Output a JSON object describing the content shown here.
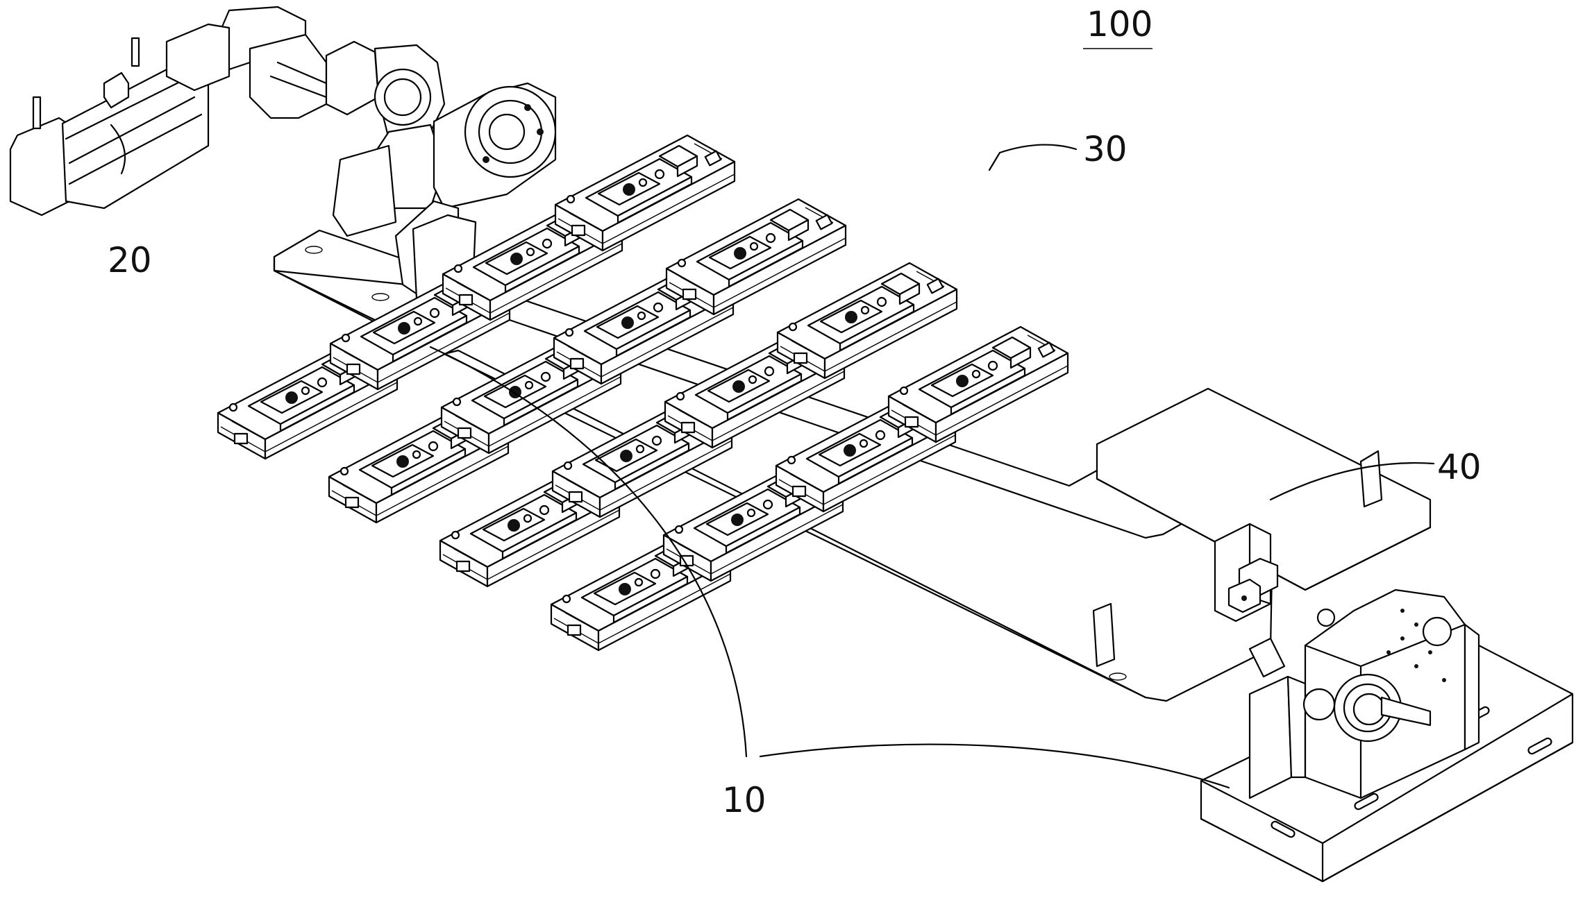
{
  "figure": {
    "assembly_label": "100",
    "labels": {
      "base": "10",
      "motor": "20",
      "fixtures": "30",
      "sensor": "40"
    },
    "fixture_count": 16,
    "style": {
      "line_color": "#000000",
      "background": "#ffffff"
    }
  }
}
